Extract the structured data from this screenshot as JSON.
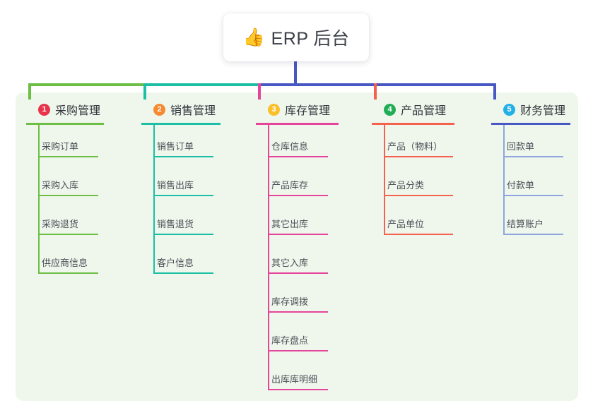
{
  "root": {
    "icon": "thumbs-up-icon",
    "icon_glyph": "👍",
    "label": "ERP 后台"
  },
  "panel": {
    "background": "#eff7ec"
  },
  "trunk": {
    "color": "#4758c4"
  },
  "columns": [
    {
      "number": "1",
      "title": "采购管理",
      "badge_color": "#e8334a",
      "rule_color": "#6cbe45",
      "line_color": "#6cbe45",
      "connector_color": "#6cbe45",
      "items": [
        {
          "label": "采购订单"
        },
        {
          "label": "采购入库"
        },
        {
          "label": "采购退货"
        },
        {
          "label": "供应商信息"
        }
      ]
    },
    {
      "number": "2",
      "title": "销售管理",
      "badge_color": "#f58a33",
      "rule_color": "#1bbfa5",
      "line_color": "#1bbfa5",
      "connector_color": "#1bbfa5",
      "items": [
        {
          "label": "销售订单"
        },
        {
          "label": "销售出库"
        },
        {
          "label": "销售退货"
        },
        {
          "label": "客户信息"
        }
      ]
    },
    {
      "number": "3",
      "title": "库存管理",
      "badge_color": "#fabf2a",
      "rule_color": "#e5449a",
      "line_color": "#e5449a",
      "connector_color": "#e5449a",
      "items": [
        {
          "label": "仓库信息"
        },
        {
          "label": "产品库存"
        },
        {
          "label": "其它出库"
        },
        {
          "label": "其它入库"
        },
        {
          "label": "库存调拨"
        },
        {
          "label": "库存盘点"
        },
        {
          "label": "出库库明细"
        }
      ]
    },
    {
      "number": "4",
      "title": "产品管理",
      "badge_color": "#1fae55",
      "rule_color": "#f4614e",
      "line_color": "#f4614e",
      "connector_color": "#f4614e",
      "items": [
        {
          "label": "产品（物料）"
        },
        {
          "label": "产品分类"
        },
        {
          "label": "产品单位"
        }
      ]
    },
    {
      "number": "5",
      "title": "财务管理",
      "badge_color": "#23b0e8",
      "rule_color": "#4758c4",
      "line_color": "#8fa5dd",
      "connector_color": "#4758c4",
      "items": [
        {
          "label": "回款单"
        },
        {
          "label": "付款单"
        },
        {
          "label": "结算账户"
        }
      ]
    }
  ]
}
